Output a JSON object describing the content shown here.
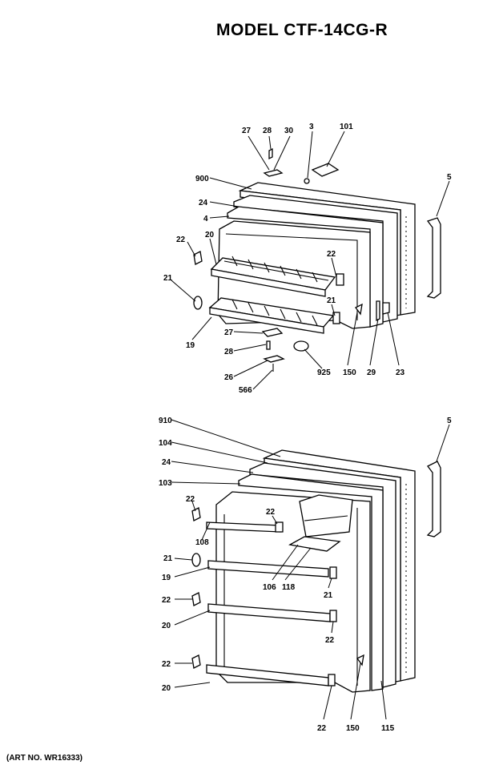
{
  "title": "MODEL CTF-14CG-R",
  "art_number": "(ART NO. WR16333)",
  "freezer_door": {
    "labels": {
      "l27a": "27",
      "l28a": "28",
      "l30": "30",
      "l3": "3",
      "l101": "101",
      "l900": "900",
      "l5a": "5",
      "l24a": "24",
      "l4": "4",
      "l22a": "22",
      "l20a": "20",
      "l22b": "22",
      "l21a": "21",
      "l21b": "21",
      "l19a": "19",
      "l27b": "27",
      "l28b": "28",
      "l26": "26",
      "l566": "566",
      "l925": "925",
      "l150a": "150",
      "l29": "29",
      "l23": "23"
    }
  },
  "fresh_food_door": {
    "labels": {
      "l910": "910",
      "l5b": "5",
      "l104": "104",
      "l24b": "24",
      "l103": "103",
      "l22c": "22",
      "l22d": "22",
      "l108": "108",
      "l21c": "21",
      "l19b": "19",
      "l106": "106",
      "l118": "118",
      "l21d": "21",
      "l22e": "22",
      "l20b": "20",
      "l22f": "22",
      "l22g": "22",
      "l20c": "20",
      "l22h": "22",
      "l150b": "150",
      "l115": "115"
    }
  }
}
